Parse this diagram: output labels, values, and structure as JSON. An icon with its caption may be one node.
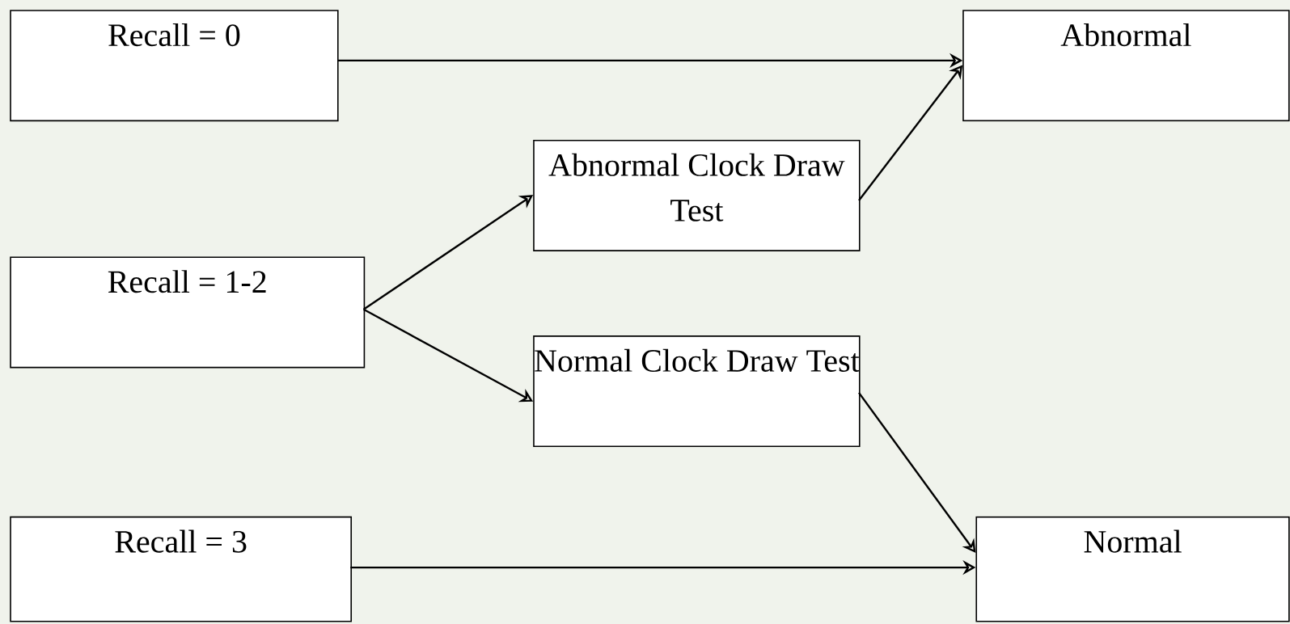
{
  "diagram": {
    "nodes": [
      {
        "text": [
          "Recall = 0"
        ]
      },
      {
        "text": [
          "Abnormal"
        ]
      },
      {
        "text": [
          "Abnormal Clock Draw Test"
        ]
      },
      {
        "text": [
          "Recall = 1-2"
        ]
      },
      {
        "text": [
          "Normal Clock Draw Test"
        ]
      },
      {
        "text": [
          "Recall = 3"
        ]
      },
      {
        "text": [
          "Normal"
        ]
      }
    ],
    "edges": [
      {
        "from": 0,
        "to": 1,
        "arrow": "to"
      },
      {
        "from": 2,
        "to": 1,
        "arrow": "to"
      },
      {
        "from": 3,
        "to": 2,
        "arrow": "to"
      },
      {
        "from": 3,
        "to": 4,
        "arrow": "to"
      },
      {
        "from": 4,
        "to": 6,
        "arrow": "to"
      },
      {
        "from": 5,
        "to": 6,
        "arrow": "to"
      }
    ]
  }
}
